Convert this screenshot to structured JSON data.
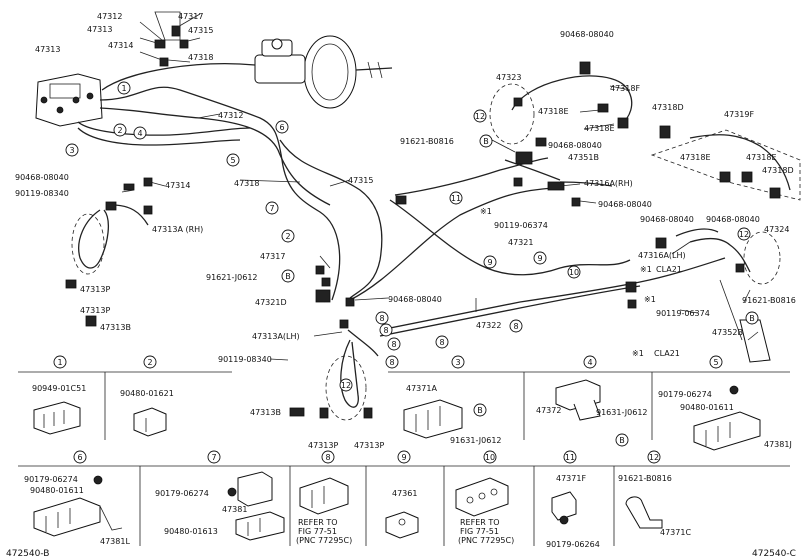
{
  "labels": {
    "p47312a": "47312",
    "p47317": "47317",
    "p47313a": "47313",
    "p47315a": "47315",
    "p47313main": "47313",
    "p47314a": "47314",
    "p47318a": "47318",
    "p47312b": "47312",
    "p47314b": "47314",
    "p90468_1": "90468-08040",
    "p90119_1": "90119-08340",
    "p47313ARH": "47313A (RH)",
    "p47313P_1": "47313P",
    "p47313P_2": "47313P",
    "p47313B_1": "47313B",
    "p47318b": "47318",
    "p47315b": "47315",
    "p47317b": "47317",
    "p91621J": "91621-J0612",
    "p47321D": "47321D",
    "p90468_2": "90468-08040",
    "p47313ALH": "47313A(LH)",
    "p90119_2": "90119-08340",
    "p47313B_2": "47313B",
    "p47313P_3": "47313P",
    "p47313P_4": "47313P",
    "p47322": "47322",
    "p90468_top": "90468-08040",
    "p47323": "47323",
    "p47318F_1": "47318F",
    "p47318E_1": "47318E",
    "p47318D_1": "47318D",
    "p47318E_2": "47318E",
    "p91621B_1": "91621-B0816",
    "p90468_3": "90468-08040",
    "p47351B": "47351B",
    "p47316ARH": "47316A(RH)",
    "p90468_4": "90468-08040",
    "p90119_06374_1": "90119-06374",
    "p47321": "47321",
    "p47319F": "47319F",
    "p47318E_3": "47318E",
    "p47318E_4": "47318E",
    "p47318D_2": "47318D",
    "p90468_5": "90468-08040",
    "p90468_6": "90468-08040",
    "p47324": "47324",
    "p47316ALH": "47316A(LH)",
    "p91621B_2": "91621-B0816",
    "p90119_06374_2": "90119-06374",
    "p47352B": "47352B",
    "cla21": "CLA21",
    "star1a": "※1",
    "star1b": "※1",
    "star1c": "※1"
  },
  "legend": {
    "b1_part": "90949-01C51",
    "b2_part": "90480-01621",
    "b3_part": "47371A",
    "b3_sub": "91631-J0612",
    "b4_part": "47372",
    "b4_sub": "91631-J0612",
    "b5_part1": "90179-06274",
    "b5_part2": "90480-01611",
    "b5_part3": "47381J",
    "b6_part1": "90179-06274",
    "b6_part2": "90480-01611",
    "b6_part3": "47381L",
    "b7_part1": "90179-06274",
    "b7_part2": "47381",
    "b7_part3": "90480-01613",
    "b8_ref1": "REFER TO",
    "b8_ref2": "FIG 77-51",
    "b8_ref3": "(PNC 77295C)",
    "b9_part": "47361",
    "b10_ref1": "REFER TO",
    "b10_ref2": "FIG 77-51",
    "b10_ref3": "(PNC 77295C)",
    "b11_part1": "47371F",
    "b11_part2": "90179-06264",
    "b12_part1": "91621-B0816",
    "b12_part2": "47371C"
  },
  "callouts": {
    "n1": "1",
    "n2": "2",
    "n3": "3",
    "n4": "4",
    "n5": "5",
    "n6": "6",
    "n7": "7",
    "n8": "8",
    "n9": "9",
    "n10": "10",
    "n11": "11",
    "n12": "12",
    "B": "B"
  },
  "footer": {
    "left": "472540-B",
    "right": "472540-C"
  }
}
